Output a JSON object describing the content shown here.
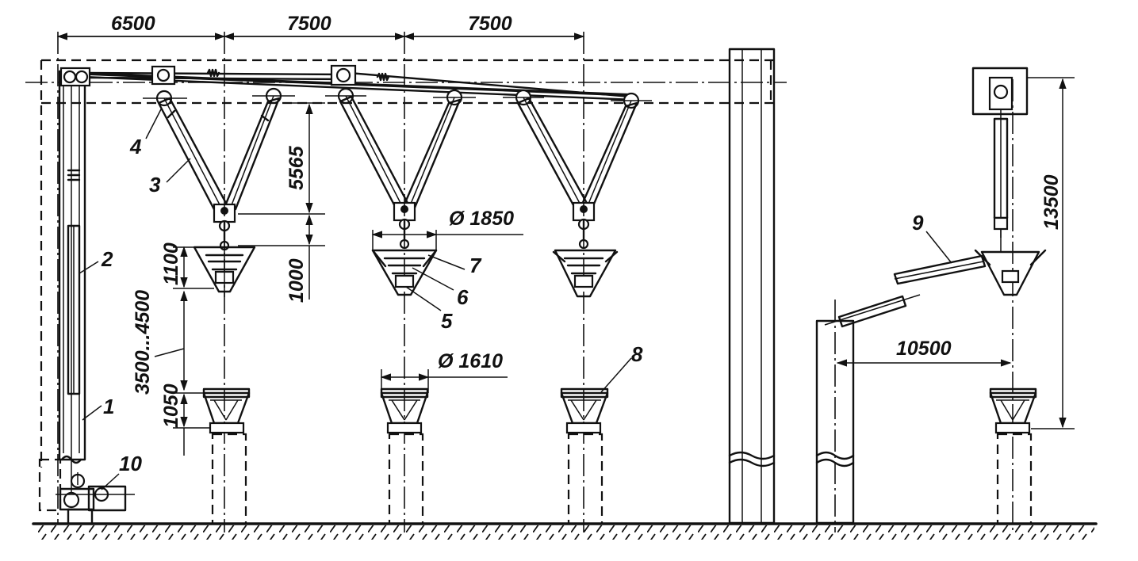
{
  "dimensions": {
    "span1": "6500",
    "span2": "7500",
    "span3": "7500",
    "truss_height": "5565",
    "hook_gap": "1000",
    "bucket_height": "1100",
    "lift_range": "3500...4500",
    "hopper_height": "1050",
    "bucket_dia": "Ø 1850",
    "hopper_dia": "Ø 1610",
    "side_span": "10500",
    "side_height": "13500"
  },
  "labels": {
    "l1": "1",
    "l2": "2",
    "l3": "3",
    "l4": "4",
    "l5": "5",
    "l6": "6",
    "l7": "7",
    "l8": "8",
    "l9": "9",
    "l10": "10"
  }
}
